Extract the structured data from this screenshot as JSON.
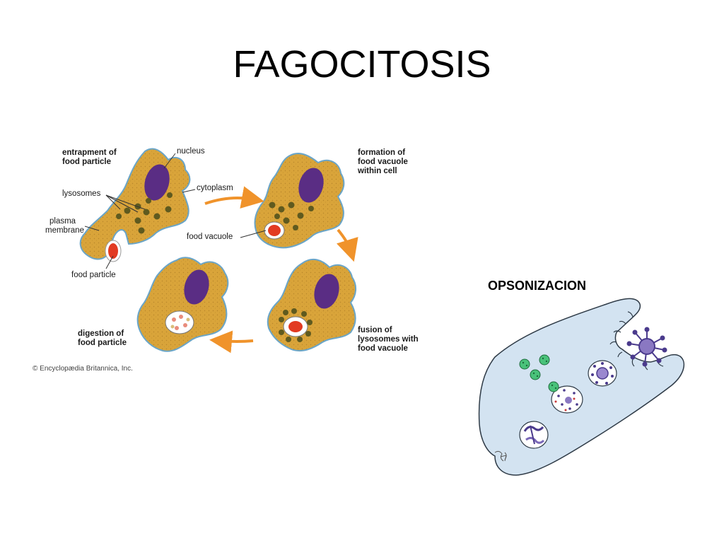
{
  "slide": {
    "title": "FAGOCITOSIS"
  },
  "phagocytosis_figure": {
    "stage_labels": {
      "entrapment": [
        "entrapment of",
        "food particle"
      ],
      "formation": [
        "formation of",
        "food vacuole",
        "within cell"
      ],
      "fusion": [
        "fusion of",
        "lysosomes with",
        "food vacuole"
      ],
      "digestion": [
        "digestion of",
        "food particle"
      ]
    },
    "part_labels": {
      "nucleus": "nucleus",
      "cytoplasm": "cytoplasm",
      "lysosomes": "lysosomes",
      "plasma_membrane": [
        "plasma",
        "membrane"
      ],
      "food_vacuole": "food vacuole",
      "food_particle": "food particle"
    },
    "credit": "© Encyclopædia Britannica, Inc.",
    "colors": {
      "cell": "#d9a43a",
      "nucleus": "#5a2d84",
      "lysosome": "#5f5a1f",
      "particle": "#e23a22",
      "arrow": "#f0932b"
    }
  },
  "opsonization_figure": {
    "label": "OPSONIZACION",
    "colors": {
      "cell": "#d3e3f1",
      "outline": "#2e3a46",
      "bacterium": "#4a3a8c",
      "opsonin": "#49c27a"
    }
  }
}
